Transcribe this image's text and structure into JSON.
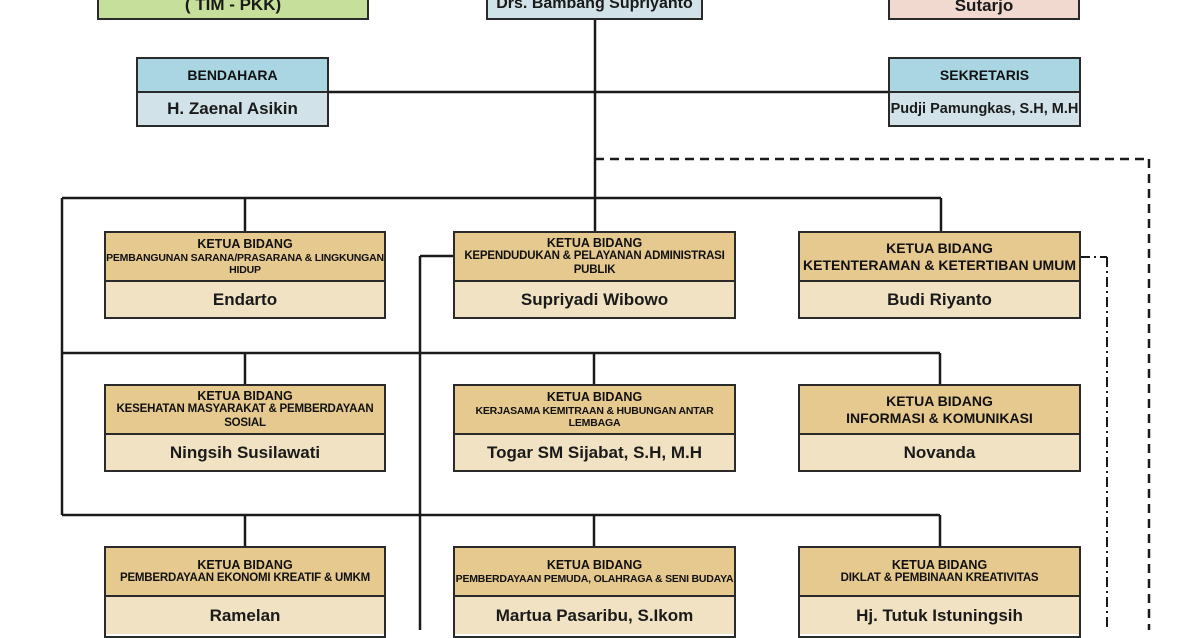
{
  "top": {
    "left_label": "( TIM - PKK)",
    "center_name": "Drs. Bambang Supriyanto",
    "right_name": "Sutarjo"
  },
  "officers": {
    "bendahara": {
      "title": "BENDAHARA",
      "name": "H. Zaenal Asikin"
    },
    "sekretaris": {
      "title": "SEKRETARIS",
      "name": "Pudji Pamungkas, S.H, M.H"
    }
  },
  "bidang": [
    {
      "title": "KETUA BIDANG",
      "subtitle": "PEMBANGUNAN SARANA/PRASARANA & LINGKUNGAN HIDUP",
      "name": "Endarto"
    },
    {
      "title": "KETUA BIDANG",
      "subtitle": "KEPENDUDUKAN & PELAYANAN ADMINISTRASI PUBLIK",
      "name": "Supriyadi Wibowo"
    },
    {
      "title": "KETUA BIDANG",
      "subtitle": "KETENTERAMAN & KETERTIBAN UMUM",
      "name": "Budi Riyanto"
    },
    {
      "title": "KETUA BIDANG",
      "subtitle": "KESEHATAN MASYARAKAT & PEMBERDAYAAN SOSIAL",
      "name": "Ningsih Susilawati"
    },
    {
      "title": "KETUA BIDANG",
      "subtitle": "KERJASAMA KEMITRAAN & HUBUNGAN ANTAR LEMBAGA",
      "name": "Togar SM Sijabat, S.H, M.H"
    },
    {
      "title": "KETUA BIDANG",
      "subtitle": "INFORMASI & KOMUNIKASI",
      "name": "Novanda"
    },
    {
      "title": "KETUA BIDANG",
      "subtitle": "PEMBERDAYAAN EKONOMI KREATIF & UMKM",
      "name": "Ramelan"
    },
    {
      "title": "KETUA BIDANG",
      "subtitle": "PEMBERDAYAAN PEMUDA, OLAHRAGA & SENI BUDAYA",
      "name": "Martua Pasaribu, S.Ikom"
    },
    {
      "title": "KETUA BIDANG",
      "subtitle": "DIKLAT & PEMBINAAN KREATIVITAS",
      "name": "Hj. Tutuk Istuningsih"
    }
  ],
  "colors": {
    "bidang_header": "#e6c98f",
    "bidang_body": "#f0e2c2",
    "officer_header": "#a9d6e2",
    "officer_body": "#d1e3e8",
    "top_left_fill": "#c6df9b",
    "top_center_fill": "#d1e3e8",
    "top_right_fill": "#f2d9d0",
    "line": "#1a1a1a"
  }
}
